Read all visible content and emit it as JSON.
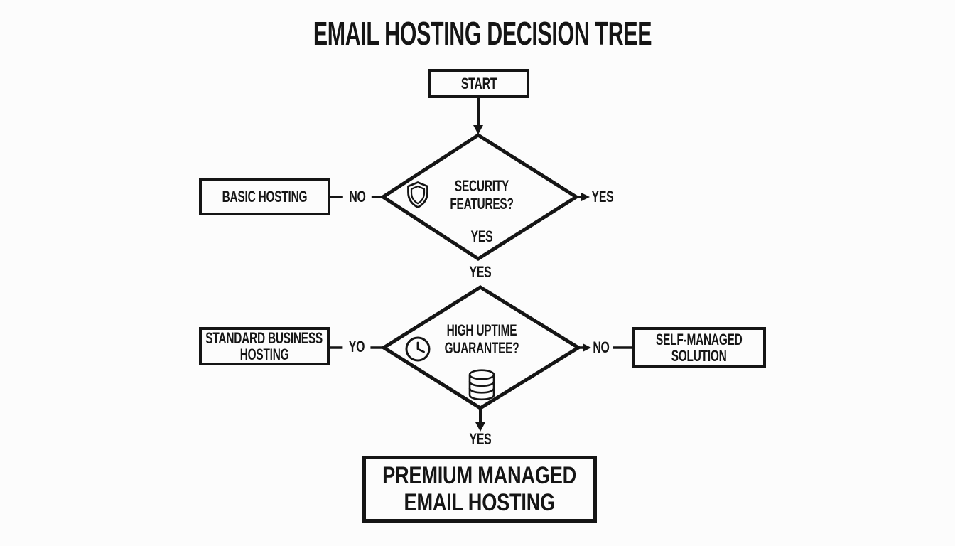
{
  "title": "EMAIL HOSTING DECISION TREE",
  "colors": {
    "ink": "#151515",
    "background": "#fcfcfc"
  },
  "nodes": {
    "start": {
      "label": "START"
    },
    "decision_security": {
      "line1": "SECURITY",
      "line2": "FEATURES?",
      "bottom_label": "YES"
    },
    "basic_hosting": {
      "label": "BASIC HOSTING"
    },
    "decision_uptime": {
      "line1": "HIGH UPTIME",
      "line2": "GUARANTEE?"
    },
    "standard_business": {
      "line1": "STANDARD BUSINESS",
      "line2": "HOSTING"
    },
    "self_managed": {
      "line1": "SELF-MANAGED",
      "line2": "SOLUTION"
    },
    "premium": {
      "line1": "PREMIUM MANAGED",
      "line2": "EMAIL HOSTING"
    }
  },
  "edge_labels": {
    "security_no": "NO",
    "security_yes_right": "YES",
    "security_yes_down": "YES",
    "uptime_left": "YO",
    "uptime_no": "NO",
    "uptime_yes_down": "YES"
  },
  "icons": {
    "security": "shield-icon",
    "uptime_left": "clock-icon",
    "uptime_bottom": "database-icon"
  }
}
